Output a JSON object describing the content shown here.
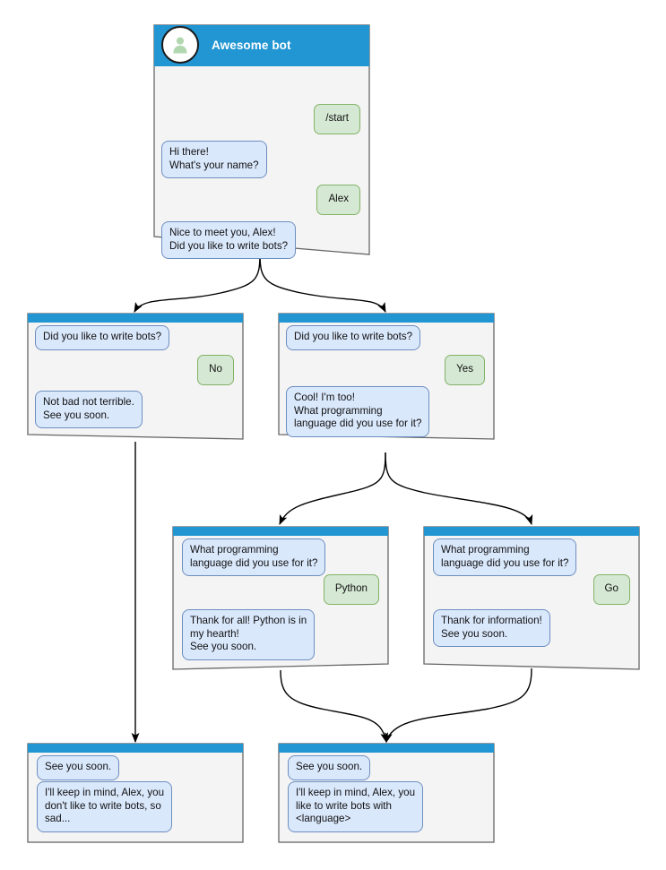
{
  "theme": {
    "header_blue": "#2196d3",
    "window_bg": "#f4f4f4",
    "window_border": "#666666",
    "bot_bubble_bg": "#dae8fc",
    "bot_bubble_border": "#6c8ebf",
    "user_bubble_bg": "#d5e8d4",
    "user_bubble_border": "#82b366",
    "avatar_fill": "#b2d8b0",
    "edge_color": "#000000",
    "page_bg": "#ffffff"
  },
  "root": {
    "title": "Awesome bot",
    "avatar_icon": "user-avatar-icon",
    "messages": [
      {
        "from": "user",
        "text": "/start"
      },
      {
        "from": "bot",
        "text": "Hi there!\nWhat's your name?"
      },
      {
        "from": "user",
        "text": "Alex"
      },
      {
        "from": "bot",
        "text": "Nice to meet you, Alex!\nDid you like to write bots?"
      }
    ]
  },
  "branch_no": {
    "id": "no",
    "messages": [
      {
        "from": "bot",
        "text": "Did you like to write bots?"
      },
      {
        "from": "user",
        "text": "No"
      },
      {
        "from": "bot",
        "text": "Not bad not terrible.\nSee you soon."
      }
    ]
  },
  "branch_yes": {
    "id": "yes",
    "messages": [
      {
        "from": "bot",
        "text": "Did you like to write bots?"
      },
      {
        "from": "user",
        "text": "Yes"
      },
      {
        "from": "bot",
        "text": "Cool! I'm too!\nWhat programming\nlanguage did you use for it?"
      }
    ]
  },
  "branch_python": {
    "id": "python",
    "messages": [
      {
        "from": "bot",
        "text": "What programming\nlanguage did you use for it?"
      },
      {
        "from": "user",
        "text": "Python"
      },
      {
        "from": "bot",
        "text": "Thank for all! Python is in\nmy hearth!\nSee you soon."
      }
    ]
  },
  "branch_go": {
    "id": "go",
    "messages": [
      {
        "from": "bot",
        "text": "What programming\nlanguage did you use for it?"
      },
      {
        "from": "user",
        "text": "Go"
      },
      {
        "from": "bot",
        "text": "Thank for information!\nSee you soon."
      }
    ]
  },
  "end_sad": {
    "id": "end-sad",
    "messages": [
      {
        "from": "bot",
        "text": "See you soon."
      },
      {
        "from": "bot",
        "text": "I'll keep in mind, Alex, you\ndon't like to write bots, so\nsad..."
      }
    ]
  },
  "end_happy": {
    "id": "end-happy",
    "messages": [
      {
        "from": "bot",
        "text": "See you soon."
      },
      {
        "from": "bot",
        "text": "I'll keep in mind, Alex, you\nlike to write bots with\n<language>"
      }
    ]
  }
}
